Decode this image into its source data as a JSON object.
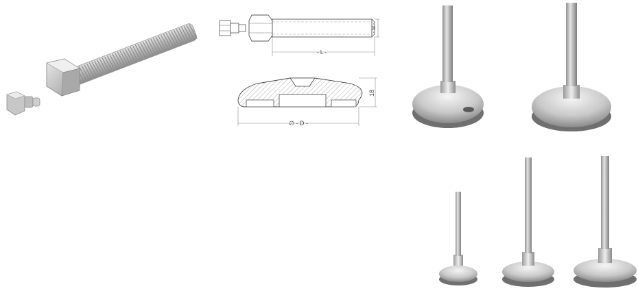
{
  "bolt_drawing": {
    "length_label": "- L -",
    "thread_label": "- M -"
  },
  "base_drawing": {
    "height_label": "18",
    "diameter_label": "∅ - D -"
  }
}
